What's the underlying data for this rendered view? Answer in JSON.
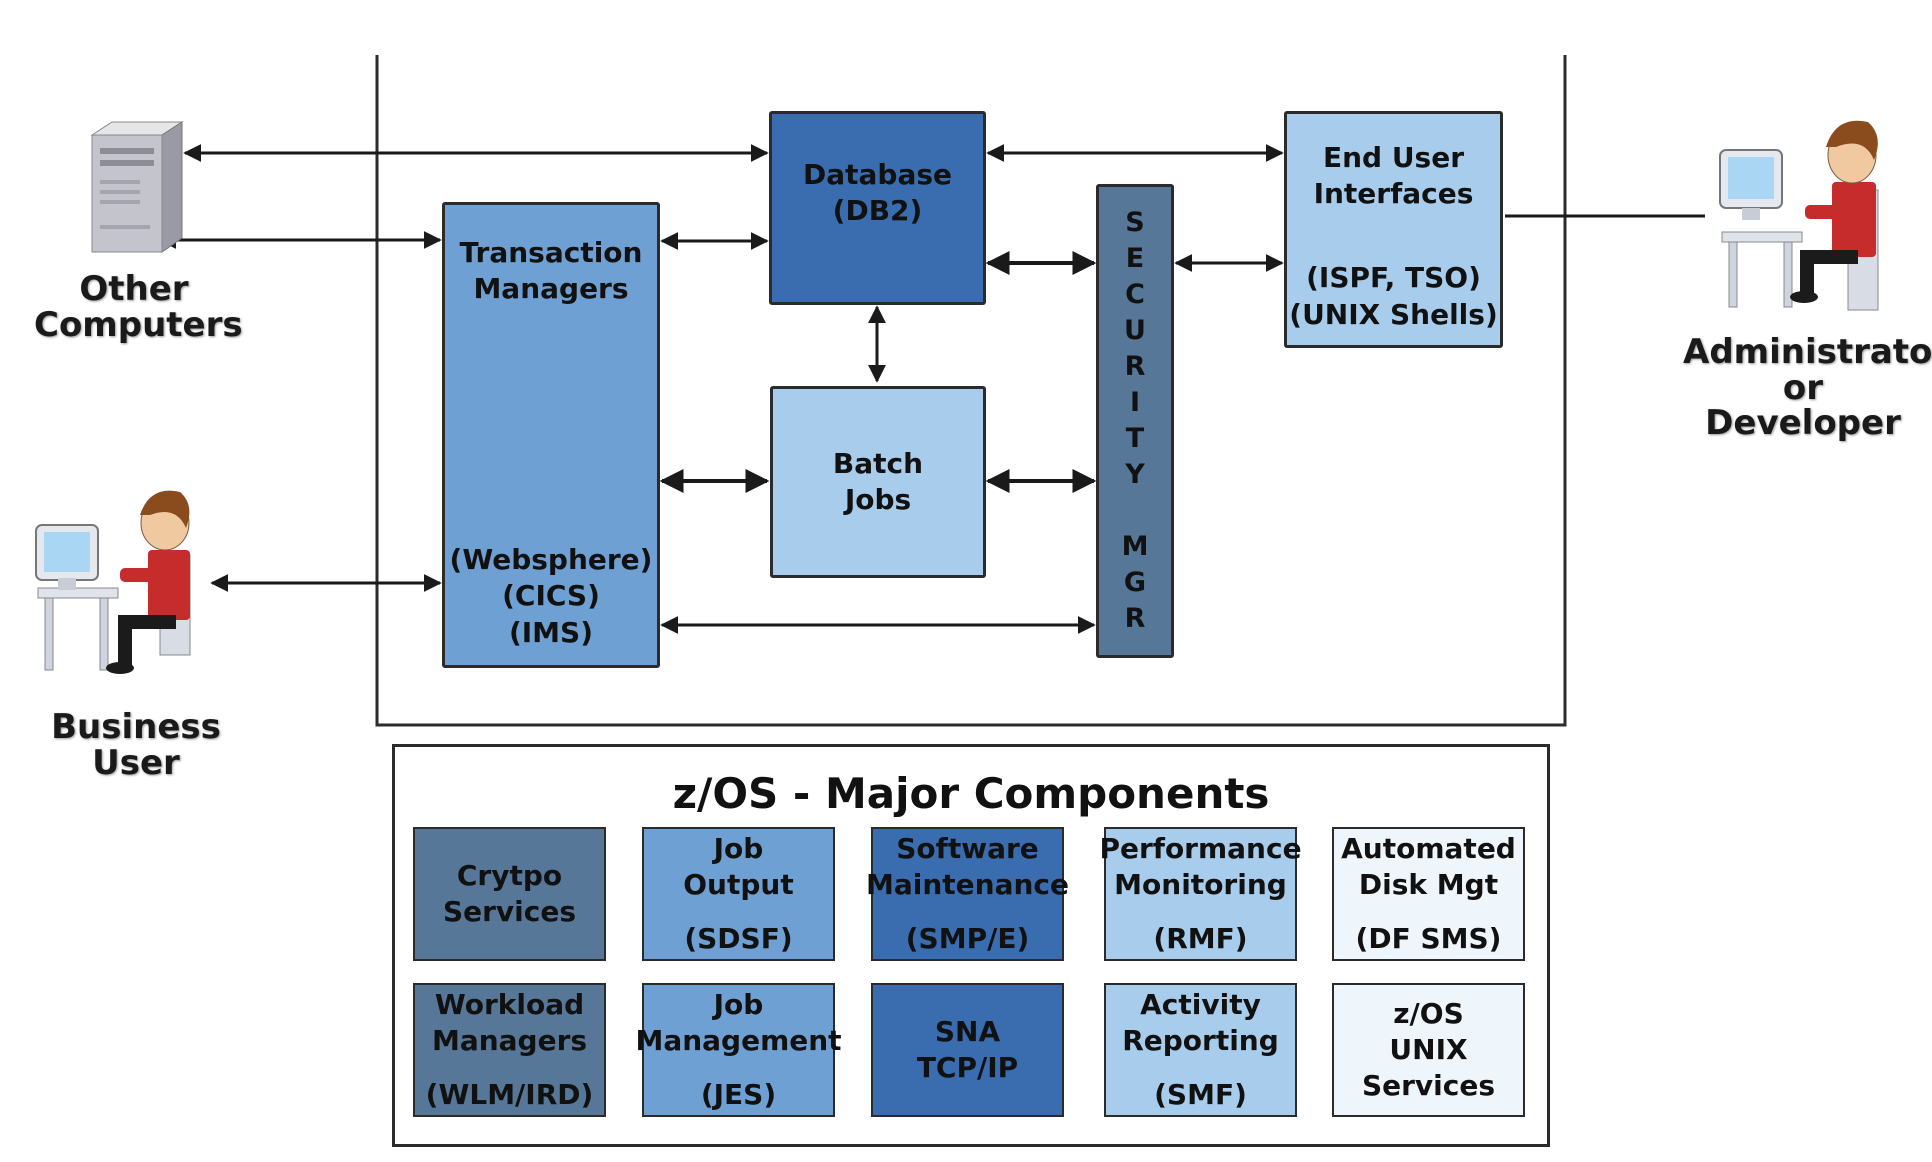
{
  "actors": {
    "other_computers": {
      "line1": "Other",
      "line2": "Computers"
    },
    "business_user": {
      "line1": "Business",
      "line2": "User"
    },
    "admin_dev": {
      "line1": "Administrator",
      "line2": "or",
      "line3": "Developer"
    }
  },
  "blocks": {
    "transaction_managers": {
      "title1": "Transaction",
      "title2": "Managers",
      "sub1": "(Websphere)",
      "sub2": "(CICS)",
      "sub3": "(IMS)"
    },
    "database": {
      "line1": "Database",
      "line2": "(DB2)"
    },
    "batch_jobs": {
      "line1": "Batch",
      "line2": "Jobs"
    },
    "security_mgr": {
      "letters": [
        "S",
        "E",
        "C",
        "U",
        "R",
        "I",
        "T",
        "Y",
        "",
        "M",
        "G",
        "R"
      ]
    },
    "end_user_interfaces": {
      "line1": "End User",
      "line2": "Interfaces",
      "line3": "(ISPF, TSO)",
      "line4": "(UNIX Shells)"
    }
  },
  "components": {
    "title": "z/OS - Major Components",
    "items": [
      {
        "key": "crypto",
        "lines": [
          "Crytpo",
          "Services"
        ],
        "color": "#577798"
      },
      {
        "key": "job-output",
        "lines": [
          "Job",
          "Output",
          "",
          "(SDSF)"
        ],
        "color": "#6fa0d3"
      },
      {
        "key": "software-maintenance",
        "lines": [
          "Software",
          "Maintenance",
          "",
          "(SMP/E)"
        ],
        "color": "#3a6db0"
      },
      {
        "key": "performance-monitoring",
        "lines": [
          "Performance",
          "Monitoring",
          "",
          "(RMF)"
        ],
        "color": "#a8cceb"
      },
      {
        "key": "automated-disk-mgt",
        "lines": [
          "Automated",
          "Disk Mgt",
          "",
          "(DF SMS)"
        ],
        "color": "#eef5fb"
      },
      {
        "key": "workload-managers",
        "lines": [
          "Workload",
          "Managers",
          "",
          "(WLM/IRD)"
        ],
        "color": "#577798"
      },
      {
        "key": "job-management",
        "lines": [
          "Job",
          "Management",
          "",
          "(JES)"
        ],
        "color": "#6fa0d3"
      },
      {
        "key": "sna-tcpip",
        "lines": [
          "SNA",
          "TCP/IP"
        ],
        "color": "#3a6db0"
      },
      {
        "key": "activity-reporting",
        "lines": [
          "Activity",
          "Reporting",
          "",
          "(SMF)"
        ],
        "color": "#a8cceb"
      },
      {
        "key": "zos-unix-services",
        "lines": [
          "z/OS",
          "UNIX",
          "Services"
        ],
        "color": "#eef5fb"
      }
    ]
  },
  "colors": {
    "transaction": "#6fa0d3",
    "database": "#3a6db0",
    "batch": "#a8cceb",
    "security": "#577798",
    "end_user": "#a8cceb"
  }
}
